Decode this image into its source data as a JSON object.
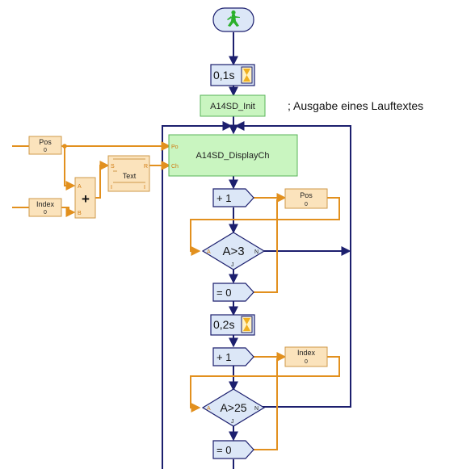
{
  "start": {
    "icon": "ampelmann-icon"
  },
  "wait1": {
    "label": "0,1s"
  },
  "init_block": {
    "label": "A14SD_Init"
  },
  "comment": "; Ausgabe eines Lauftextes",
  "display_block": {
    "label": "A14SD_DisplayCh",
    "port_po": "Po",
    "port_ch": "Ch"
  },
  "pos_var": {
    "name": "Pos",
    "value": "0"
  },
  "index_var": {
    "name": "Index",
    "value": "0"
  },
  "adder": {
    "symbol": "+",
    "port_a": "A",
    "port_b": "B"
  },
  "text_block": {
    "label": "Text",
    "port_s": "S",
    "port_r": "R",
    "port_i1": "I",
    "port_i2": "I"
  },
  "inc1": {
    "label": "+ 1"
  },
  "pos_out": {
    "name": "Pos",
    "value": "0"
  },
  "cond1": {
    "label": "A>3",
    "port_a": "A",
    "yes": "J",
    "no": "N"
  },
  "reset1": {
    "label": "= 0"
  },
  "wait2": {
    "label": "0,2s"
  },
  "inc2": {
    "label": "+ 1"
  },
  "index_out": {
    "name": "Index",
    "value": "0"
  },
  "cond2": {
    "label": "A>25",
    "port_a": "A",
    "yes": "J",
    "no": "N"
  },
  "reset2": {
    "label": "= 0"
  }
}
